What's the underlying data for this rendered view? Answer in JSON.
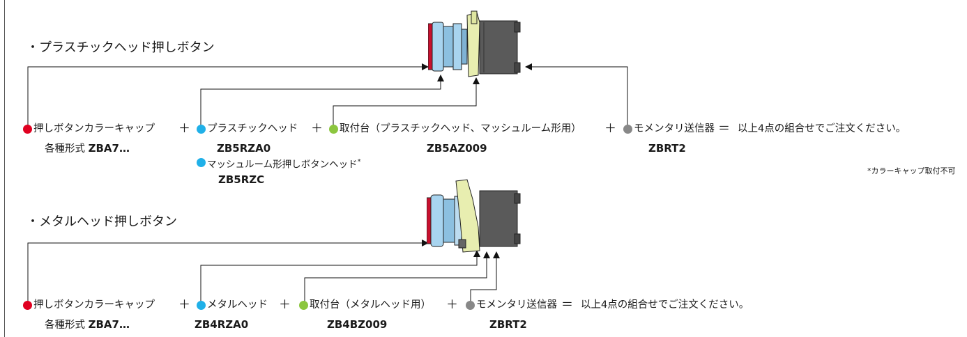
{
  "colors": {
    "cap_dot": "#e00020",
    "head_dot": "#20b0e8",
    "base_dot": "#8cc63f",
    "transmitter_dot": "#888888"
  },
  "plastic": {
    "title": "・プラスチックヘッド押しボタン",
    "cap_label": "押しボタンカラーキャップ",
    "cap_sub_prefix": "各種形式",
    "cap_code": "ZBA7…",
    "plus1": "＋",
    "head_label": "プラスチックヘッド",
    "head_code": "ZB5RZA0",
    "plus2": "＋",
    "base_label": "取付台（プラスチックヘッド、マッシュルーム形用）",
    "base_code": "ZB5AZ009",
    "plus3": "＋",
    "transmitter_label": "モメンタリ送信器",
    "equals": "＝",
    "order_text": "以上4点の組合せでご注文ください。",
    "transmitter_code": "ZBRT2",
    "mushroom_label": "マッシュルーム形押しボタンヘッド",
    "mushroom_mark": "*",
    "mushroom_code": "ZB5RZC",
    "footnote": "*カラーキャップ取付不可"
  },
  "metal": {
    "title": "・メタルヘッド押しボタン",
    "cap_label": "押しボタンカラーキャップ",
    "cap_sub_prefix": "各種形式",
    "cap_code": "ZBA7…",
    "plus1": "＋",
    "head_label": "メタルヘッド",
    "head_code": "ZB4RZA0",
    "plus2": "＋",
    "base_label": "取付台（メタルヘッド用）",
    "base_code": "ZB4BZ009",
    "plus3": "＋",
    "transmitter_label": "モメンタリ送信器",
    "equals": "＝",
    "order_text": "以上4点の組合せでご注文ください。",
    "transmitter_code": "ZBRT2"
  }
}
